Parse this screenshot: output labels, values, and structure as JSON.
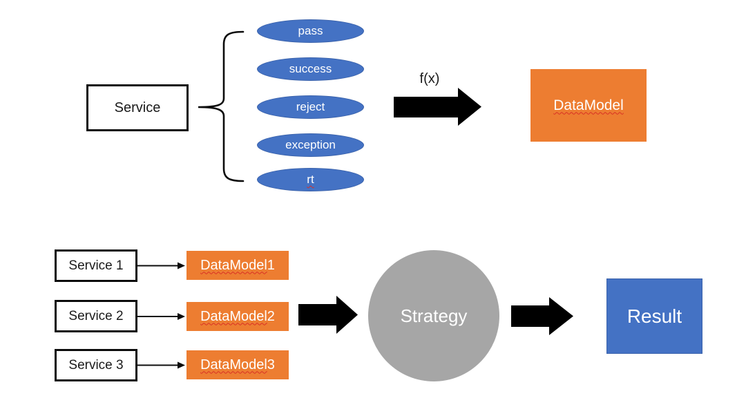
{
  "colors": {
    "blue": "#4472C4",
    "orange": "#ED7D31",
    "gray": "#A6A6A6",
    "black": "#000000",
    "squiggle_red": "#D93025"
  },
  "top": {
    "service_label": "Service",
    "metrics": [
      {
        "label": "pass"
      },
      {
        "label": "success"
      },
      {
        "label": "reject"
      },
      {
        "label": "exception"
      },
      {
        "label": "rt"
      }
    ],
    "fx_label": "f(x)",
    "datamodel_label": "DataModel"
  },
  "bottom": {
    "rows": [
      {
        "service": "Service 1",
        "datamodel": "DataModel",
        "suffix": " 1"
      },
      {
        "service": "Service 2",
        "datamodel": "DataModel",
        "suffix": " 2"
      },
      {
        "service": "Service 3",
        "datamodel": "DataModel",
        "suffix": " 3"
      }
    ],
    "strategy_label": "Strategy",
    "result_label": "Result"
  }
}
